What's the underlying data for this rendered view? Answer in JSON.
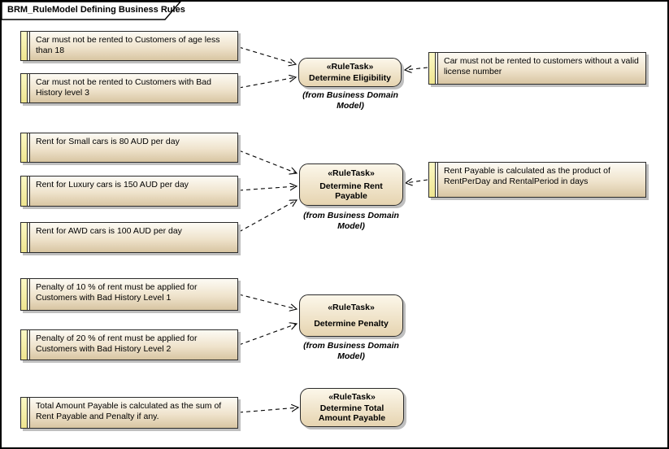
{
  "diagram": {
    "title": "BRM_RuleModel Defining Business Rules"
  },
  "style": {
    "connector_line": "dashed",
    "connector_arrowhead": "open",
    "note_fill_top": "#FDFBF4",
    "note_fill_bottom": "#D8C5A2",
    "constraint_strip_color": "#F5EFA0",
    "ruletask_fill_top": "#FCF7EA",
    "ruletask_fill_bottom": "#E6D4B0",
    "border_color": "#2B2B2B",
    "shadow_color": "#BFBFBF",
    "background": "#FFFFFF"
  },
  "groups": [
    {
      "task": {
        "stereotype": "«RuleTask»",
        "name": "Determine Eligibility",
        "from": "(from Business Domain Model)"
      },
      "rules": [
        {
          "text": "Car must not be rented to Customers of age less than 18",
          "side": "left"
        },
        {
          "text": "Car must not be rented to Customers with Bad History level 3",
          "side": "left"
        },
        {
          "text": "Car must not be rented to customers without a valid license number",
          "side": "right"
        }
      ]
    },
    {
      "task": {
        "stereotype": "«RuleTask»",
        "name": "Determine Rent Payable",
        "from": "(from Business Domain Model)"
      },
      "rules": [
        {
          "text": "Rent for Small cars is 80 AUD per day",
          "side": "left"
        },
        {
          "text": "Rent for Luxury cars is 150 AUD per day",
          "side": "left"
        },
        {
          "text": "Rent for AWD cars is 100 AUD per day",
          "side": "left"
        },
        {
          "text": "Rent Payable is calculated as the product of RentPerDay and RentalPeriod in days",
          "side": "right"
        }
      ]
    },
    {
      "task": {
        "stereotype": "«RuleTask»",
        "name": "Determine Penalty",
        "from": "(from Business Domain Model)"
      },
      "rules": [
        {
          "text": "Penalty of 10 % of rent must be applied for Customers with Bad History Level 1",
          "side": "left"
        },
        {
          "text": "Penalty of 20 % of rent must be applied for Customers with Bad History Level 2",
          "side": "left"
        }
      ]
    },
    {
      "task": {
        "stereotype": "«RuleTask»",
        "name": "Determine Total Amount Payable",
        "from": ""
      },
      "rules": [
        {
          "text": "Total Amount Payable is calculated as the sum of Rent Payable and Penalty if any.",
          "side": "left"
        }
      ]
    }
  ],
  "connections": [
    {
      "from": "note: age less than 18",
      "to": "Determine Eligibility"
    },
    {
      "from": "note: Bad History level 3",
      "to": "Determine Eligibility"
    },
    {
      "from": "note: valid license number",
      "to": "Determine Eligibility"
    },
    {
      "from": "note: Small cars 80 AUD",
      "to": "Determine Rent Payable"
    },
    {
      "from": "note: Luxury cars 150 AUD",
      "to": "Determine Rent Payable"
    },
    {
      "from": "note: AWD cars 100 AUD",
      "to": "Determine Rent Payable"
    },
    {
      "from": "note: product of RentPerDay and RentalPeriod",
      "to": "Determine Rent Payable"
    },
    {
      "from": "note: Penalty 10 % Level 1",
      "to": "Determine Penalty"
    },
    {
      "from": "note: Penalty 20 % Level 2",
      "to": "Determine Penalty"
    },
    {
      "from": "note: sum of Rent Payable and Penalty",
      "to": "Determine Total Amount Payable"
    }
  ]
}
